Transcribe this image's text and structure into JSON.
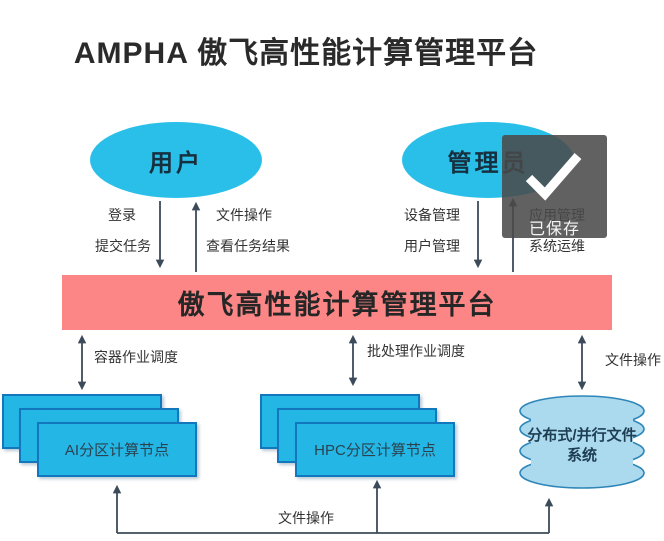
{
  "page": {
    "title": "AMPHA 傲飞高性能计算管理平台"
  },
  "toast": {
    "message": "已保存",
    "icon": "checkmark-icon"
  },
  "actors": {
    "user": "用户",
    "admin": "管理员"
  },
  "user_actions": {
    "down": [
      "登录",
      "提交任务"
    ],
    "up": [
      "文件操作",
      "查看任务结果"
    ]
  },
  "admin_actions": {
    "down": [
      "设备管理",
      "用户管理"
    ],
    "up": [
      "应用管理",
      "系统运维"
    ]
  },
  "platform": {
    "label": "傲飞高性能计算管理平台"
  },
  "scheduler_links": {
    "ai": "容器作业调度",
    "hpc": "批处理作业调度",
    "storage": "文件操作"
  },
  "nodes": {
    "ai": "AI分区计算节点",
    "hpc": "HPC分区计算节点",
    "storage_lines": [
      "分布式/并行文件",
      "系统"
    ]
  },
  "bottom_link": "文件操作",
  "colors": {
    "actor_fill": "#29BFE8",
    "platform_fill": "#FC8686",
    "node_fill": "#24B7E5",
    "node_border": "#1377BE",
    "storage_fill": "#ABD9EE",
    "storage_border": "#2E86B8",
    "arrow": "#3C4A5A"
  }
}
